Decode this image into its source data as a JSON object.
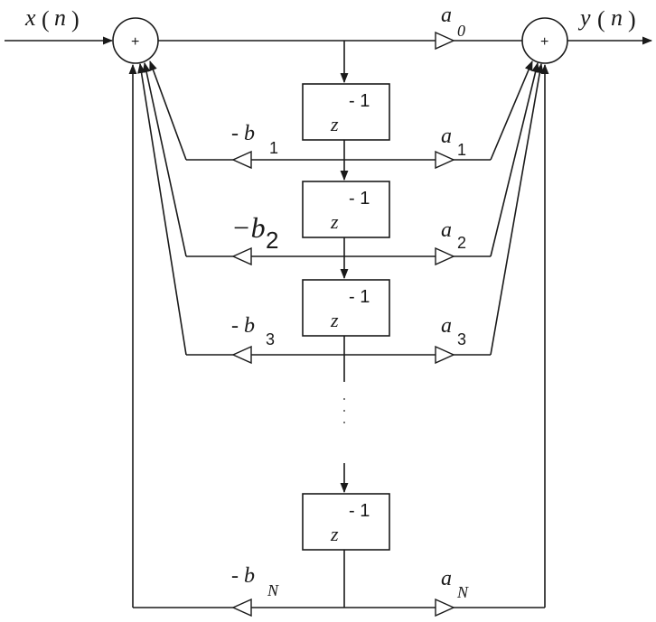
{
  "diagram": {
    "type": "IIR direct-form I signal flow graph",
    "input_label": "x(n)",
    "output_label": "y(n)",
    "input_parts": [
      "x",
      "(",
      "n",
      ")"
    ],
    "output_parts": [
      "y",
      "(",
      "n",
      ")"
    ],
    "adder_symbol": "+",
    "delay_label": {
      "base": "z",
      "exp": "- 1"
    },
    "ellipsis": "⋮",
    "taps": [
      {
        "feedforward": {
          "base": "a",
          "sub": "0"
        }
      },
      {
        "feedforward": {
          "base": "a",
          "sub": "1"
        },
        "feedback": {
          "base": "- b",
          "sub": "1"
        }
      },
      {
        "feedforward": {
          "base": "a",
          "sub": "2"
        },
        "feedback": {
          "base": "−b",
          "sub": "2"
        }
      },
      {
        "feedforward": {
          "base": "a",
          "sub": "3"
        },
        "feedback": {
          "base": "- b",
          "sub": "3"
        }
      },
      {
        "feedforward": {
          "base": "a",
          "sub": "N"
        },
        "feedback": {
          "base": "- b",
          "sub": "N"
        }
      }
    ],
    "nodes": [
      "left-adder",
      "right-adder",
      "delay-1",
      "delay-2",
      "delay-3",
      "delay-N"
    ],
    "colors": {
      "line": "#1a1a1a",
      "background": "#ffffff"
    }
  }
}
